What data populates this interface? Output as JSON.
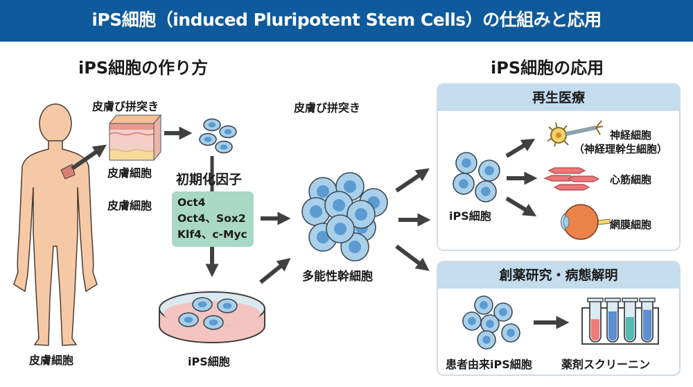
{
  "header": {
    "title": "iPS細胞（induced Pluripotent Stem Cells）の仕組みと応用",
    "background": "#0e5a9c"
  },
  "left_section": {
    "title": "iPS細胞の作り方",
    "labels": {
      "skin_biopsy": "皮膚び拼突き",
      "skin_block_caption": "皮膚細胞",
      "skin_cells_side": "皮膚細胞",
      "body_caption": "皮膚細胞",
      "factors_title": "初期化因子",
      "dish_caption": "iPS細胞"
    },
    "factors": [
      "Oct4",
      "Oct4、Sox2",
      "Klf4、c-Myc"
    ]
  },
  "middle_section": {
    "top_label": "皮膚び拼突き",
    "cluster_caption": "多能性幹細胞"
  },
  "right_section": {
    "title": "iPS細胞の応用",
    "regenerative": {
      "title": "再生医療",
      "source_caption": "iPS細胞",
      "targets": [
        {
          "icon": "neuron-icon",
          "label": "神経細胞",
          "sublabel": "（神経理幹生細胞）"
        },
        {
          "icon": "cardiomyocyte-icon",
          "label": "心筋細胞"
        },
        {
          "icon": "eye-icon",
          "label": "網膜細胞"
        }
      ]
    },
    "drug": {
      "title": "創薬研究・病態解明",
      "source_caption": "患者由来iPS細胞",
      "target_caption": "薬剤スクリーニン"
    }
  },
  "colors": {
    "cell_fill": "#a9cfe9",
    "cell_nucleus": "#5b9bd1",
    "cell_outline": "#3d4a57",
    "arrow": "#404040",
    "skin": "#f6c9a6",
    "factor_box": "#a9d8c4",
    "panel_header": "#c3dcee",
    "dish_medium": "#f4c4c0"
  }
}
